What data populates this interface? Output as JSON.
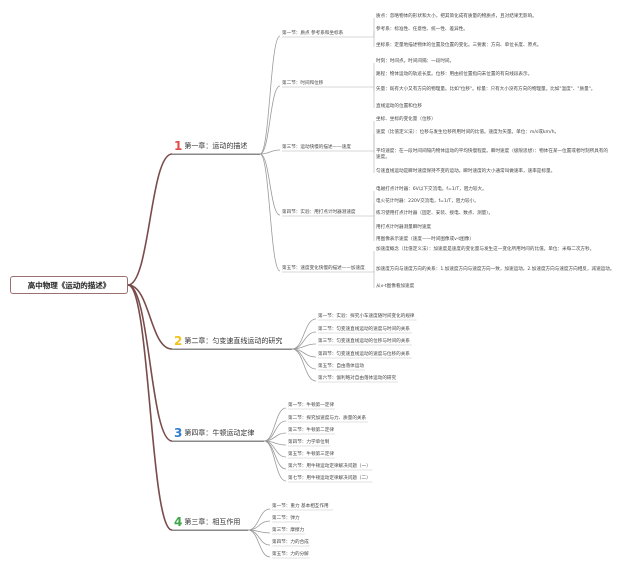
{
  "root": "高中物理《运动的描述》",
  "chapters": [
    {
      "num": "1",
      "label": "第一章：运动的描述",
      "color": "#e34b4b",
      "sections": [
        {
          "label": "第一节：质点 参考系和坐标系",
          "details": [
            "质点：忽略物体的形状和大小，把其简化成有质量的物质点，且对结果无影响。",
            "参考系：标准性、任意性、统一性、差异性。",
            "坐标系：定量地描述物体的位置及位置的变化。三要素：方向、单位长度、原点。"
          ]
        },
        {
          "label": "第二节：时间和位移",
          "details": [
            "时刻：时间点。时间间隔：一段时间。",
            "路程：物体运动的轨迹长度。位移：用由初位置指向末位置的有向线段表示。",
            "矢量：既有大小又有方向的物理量。比如\"位移\"。标量：只有大小没有方向的物理量。比如\"温度\"、\"质量\"。",
            "直线运动的位置和位移"
          ]
        },
        {
          "label": "第三节：运动快慢的描述——速度",
          "details": [
            "坐标、坐标的变化量（位移）",
            "速度（比值定义法）：位移与发生位移所用时间的比值。速度为矢量。单位：m/s或km/h。",
            "平均速度：在一段时间间隔内物体运动的平均快慢程度。瞬时速度（极限思想）：物体在某一位置或者时刻所具有的速度。",
            "匀速直线运动是瞬时速度保持不变的运动。瞬时速度的大小通常叫做速率，速率是标量。"
          ]
        },
        {
          "label": "第四节：实验：用打点计时器测速度",
          "details": [
            "电磁打点计时器：6V以下交流电，f=1/T，阻力较大。",
            "电火花计时器：220V交流电，f=1/T，阻力较小。",
            "练习使用打点计时器（固定、安装、接电、数点、测量）。",
            "用打点计时器测量瞬时速度",
            "用图像表示速度（速度——时间图像或v-t图像）"
          ]
        },
        {
          "label": "第五节：速度变化快慢的描述——加速度",
          "details": [
            "加速度概念（比值定义法）：加速度是速度的变化量与发生这一变化所用时间的比值。单位：米每二次方秒。",
            "加速度方向与速度方向的关系：1.加速度方向与速度方向一致，加速运动。2.加速度方向与速度方向相反，减速运动。",
            "从v-t图像看加速度"
          ]
        }
      ]
    },
    {
      "num": "2",
      "label": "第二章：匀变速直线运动的研究",
      "color": "#f2c21a",
      "sections": [
        {
          "label": "第一节：实验：探究小车速度随时间变化的规律",
          "details": []
        },
        {
          "label": "第二节：匀变速直线运动的速度与时间的关系",
          "details": []
        },
        {
          "label": "第三节：匀变速直线运动的位移与时间的关系",
          "details": []
        },
        {
          "label": "第四节：匀变速直线运动的速度与位移的关系",
          "details": []
        },
        {
          "label": "第五节：自由落体运动",
          "details": []
        },
        {
          "label": "第六节：伽利略对自由落体运动的研究",
          "details": []
        }
      ]
    },
    {
      "num": "3",
      "label": "第四章：牛顿运动定律",
      "color": "#2f7fcf",
      "sections": [
        {
          "label": "第一节：牛顿第一定律",
          "details": []
        },
        {
          "label": "第二节：探究加速度与力、质量的关系",
          "details": []
        },
        {
          "label": "第三节：牛顿第二定律",
          "details": []
        },
        {
          "label": "第四节：力学单位制",
          "details": []
        },
        {
          "label": "第五节：牛顿第三定律",
          "details": []
        },
        {
          "label": "第六节：用牛顿运动定律解决问题（一）",
          "details": []
        },
        {
          "label": "第七节：用牛顿运动定律解决问题（二）",
          "details": []
        }
      ]
    },
    {
      "num": "4",
      "label": "第三章：相互作用",
      "color": "#3fa64a",
      "sections": [
        {
          "label": "第一节：重力 基本相互作用",
          "details": []
        },
        {
          "label": "第二节：弹力",
          "details": []
        },
        {
          "label": "第三节：摩擦力",
          "details": []
        },
        {
          "label": "第四节：力的合成",
          "details": []
        },
        {
          "label": "第五节：力的分解",
          "details": []
        }
      ]
    }
  ]
}
